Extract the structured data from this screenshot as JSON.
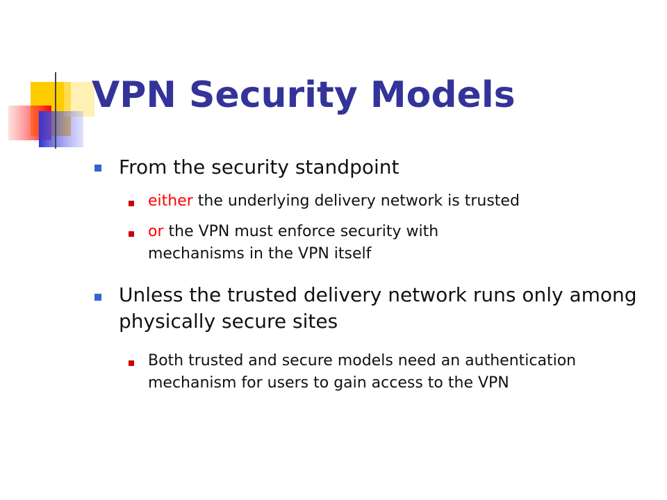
{
  "slide": {
    "title": "VPN Security Models",
    "bullets": [
      {
        "text": "From the security standpoint",
        "sub": [
          {
            "lead": "either",
            "rest": " the underlying delivery network is trusted"
          },
          {
            "lead": "or",
            "rest": " the VPN must enforce security with mechanisms in the VPN itself"
          }
        ]
      },
      {
        "text": "Unless the trusted delivery network runs only among physically secure sites",
        "sub": [
          {
            "lead": "",
            "rest": "Both trusted and secure models need an authentication mechanism for users to gain access to the VPN"
          }
        ]
      }
    ]
  },
  "colors": {
    "title": "#333399",
    "accent": "#ff0000",
    "bullet_primary": "#3366cc",
    "bullet_secondary": "#cc0000"
  }
}
